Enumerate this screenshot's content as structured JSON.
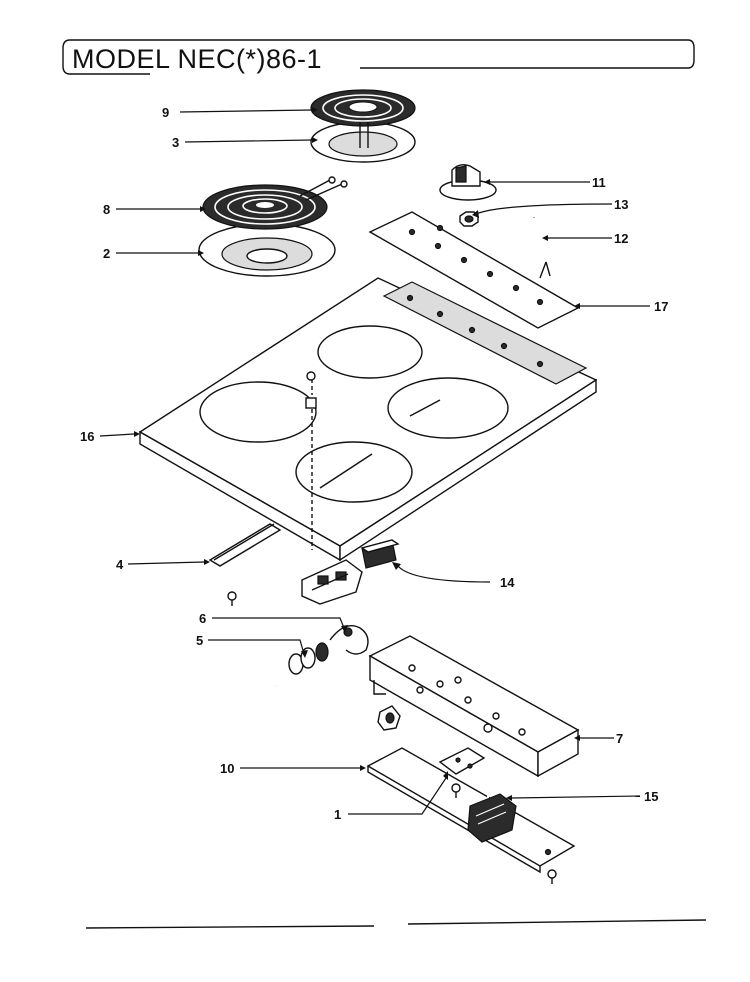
{
  "title": "MODEL NEC(*)86-1",
  "callouts": [
    {
      "id": "9",
      "label": "9"
    },
    {
      "id": "3",
      "label": "3"
    },
    {
      "id": "8",
      "label": "8"
    },
    {
      "id": "2",
      "label": "2"
    },
    {
      "id": "11",
      "label": "11"
    },
    {
      "id": "13",
      "label": "13"
    },
    {
      "id": "12",
      "label": "12"
    },
    {
      "id": "17",
      "label": "17"
    },
    {
      "id": "16",
      "label": "16"
    },
    {
      "id": "4",
      "label": "4"
    },
    {
      "id": "14",
      "label": "14"
    },
    {
      "id": "6",
      "label": "6"
    },
    {
      "id": "5",
      "label": "5"
    },
    {
      "id": "7",
      "label": "7"
    },
    {
      "id": "10",
      "label": "10"
    },
    {
      "id": "15",
      "label": "15"
    },
    {
      "id": "1",
      "label": "1"
    }
  ]
}
